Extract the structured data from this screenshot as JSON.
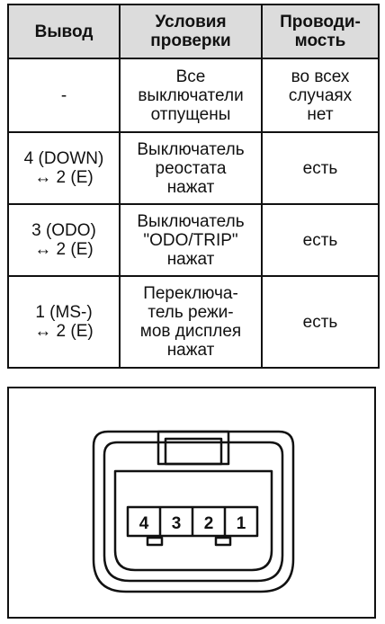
{
  "table": {
    "headers": [
      "Вывод",
      "Условия\nпроверки",
      "Проводи-\nмость"
    ],
    "rows": [
      [
        "-",
        "Все\nвыключатели\nотпущены",
        "во всех\nслучаях\nнет"
      ],
      [
        "4 (DOWN)\n↔ 2 (E)",
        "Выключатель\nреостата\nнажат",
        "есть"
      ],
      [
        "3 (ODO)\n↔ 2 (E)",
        "Выключатель\n\"ODO/TRIP\"\nнажат",
        "есть"
      ],
      [
        "1 (MS-)\n↔ 2 (E)",
        "Переключа-\nтель режи-\nмов дисплея\nнажат",
        "есть"
      ]
    ]
  },
  "connector": {
    "pins": [
      "4",
      "3",
      "2",
      "1"
    ]
  }
}
